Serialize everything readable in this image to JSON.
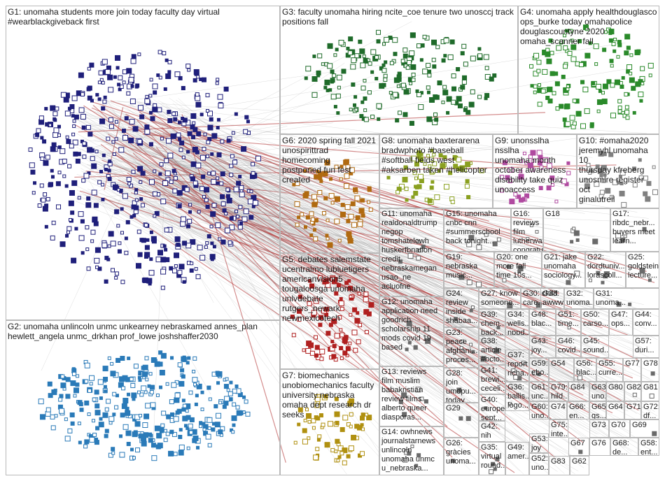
{
  "panels": [
    {
      "id": "G1",
      "label": "G1: unomaha students more join today faculty day virtual\n#wearblackgiveback first"
    },
    {
      "id": "G2",
      "label": "G2: unomaha unlincoln unmc unkearney nebraskamed annes_plan\nhewlett_angela unmc_drkhan prof_lowe joshshaffer2030"
    },
    {
      "id": "G3",
      "label": "G3: faculty unomaha hiring ncite_coe tenure two unosccj track\npositions fall"
    },
    {
      "id": "G4",
      "label": "G4: unomaha apply healthdouglasco\nops_burke today omahapolice\ndouglascountyne 2020\nomaha_scanner fall"
    },
    {
      "id": "G5",
      "label": "G5: debates salemstate\nucentralmo lubluetigers\namericanvision5\ntougaloosga unomaha\nunlvdebate\nrutgers_newark\nnewmexicotech"
    },
    {
      "id": "G6",
      "label": "G6: 2020 spring fall 2021\nunospirittrad homecoming\npostponed fun fest created"
    },
    {
      "id": "G7",
      "label": "G7: biomechanics\nunobiomechanics faculty\nuniversity nebraska\nomaha dept research dr\nseeks"
    },
    {
      "id": "G8",
      "label": "G8: unomaha baxterarena\nbradwphoto #baseball\n#softball fields west\n#aksarben taken #helicopter"
    },
    {
      "id": "G9",
      "label": "G9: unonsslha nsslha\nunomaha month\noctober awareness\ndisability take quiz\nunoaccess"
    },
    {
      "id": "G10",
      "label": "G10: #omaha2020\njeremyhl unomaha 10\nthursday kfreberg\nunosmlre register oct\nginalutrell"
    },
    {
      "id": "G11",
      "label": "G11: unomaha\nrealdonaldtrump\nnegop\ntomshatelowh\nhuskerfbnation\ncredit\nnebraskamegan\nusao_ne\nacluofne"
    },
    {
      "id": "G12",
      "label": "G12: unomaha\napplication need\ngoodrich\nscholarship 11\nmods covid 19\nbased"
    },
    {
      "id": "G13",
      "label": "G13: reviews\nfilm muslim\nbabakristian\nreview films\nalberto queer\ndiasporas..."
    },
    {
      "id": "G14",
      "label": "G14: owhnews\njournalstarnews\nunlincoln\nunomaha unmc\nu_nebraska..."
    },
    {
      "id": "G15",
      "label": "G15: unomaha\ncnbc cnn\n#summerschool\nback tonight..."
    },
    {
      "id": "G16",
      "label": "G16: reviews\nfilm\nlutherwaterl...\ncongratulati..."
    },
    {
      "id": "G17",
      "label": "G17:\nribdc_nebr...\nbuyers meet\nlearn..."
    },
    {
      "id": "G18",
      "label": "G18"
    },
    {
      "id": "G19",
      "label": "G19:\nnebraska\nmusic..."
    },
    {
      "id": "G20",
      "label": "G20: one\nmore fall\ntime 10s..."
    },
    {
      "id": "G21",
      "label": "G21: jake\nunomaha\nsociology..."
    },
    {
      "id": "G22",
      "label": "G22:\ndordtuniv...\nlorascoll..."
    },
    {
      "id": "G23",
      "label": "G23:\npeace\nafghani...\nproces..."
    },
    {
      "id": "G24",
      "label": "G24:\nreview\ninside\nshabaa..."
    },
    {
      "id": "G25",
      "label": "G25:\ngoldstein\nlecture..."
    },
    {
      "id": "G26",
      "label": "G26:\ngràcies\nunoma..."
    },
    {
      "id": "G27",
      "label": "G27: know\nsomeone..."
    },
    {
      "id": "G28",
      "label": "G28: join\numdpu...\ntoday..."
    },
    {
      "id": "G29",
      "label": "G29"
    },
    {
      "id": "G30",
      "label": "G30: child\ncare..."
    },
    {
      "id": "G31",
      "label": "G31:\nunoma..."
    },
    {
      "id": "G32",
      "label": "G32:\nunoma..."
    },
    {
      "id": "G33",
      "label": "G33:\nawwwi..."
    },
    {
      "id": "G34",
      "label": "G34:\nwells...\nnppd..."
    },
    {
      "id": "G35",
      "label": "G35:\nvirtual\nround..."
    },
    {
      "id": "G36",
      "label": "G36:\nballis...\nlogo..."
    },
    {
      "id": "G37",
      "label": "G37:\nreport\nricha..."
    },
    {
      "id": "G38",
      "label": "G38:\narticle\n#octo..."
    },
    {
      "id": "G39",
      "label": "G39:\nchem...\nback..."
    },
    {
      "id": "G40",
      "label": "G40:\neurope\nsept..."
    },
    {
      "id": "G41",
      "label": "G41:\nbrewi...\nceceli..."
    },
    {
      "id": "G42",
      "label": "G42:\nnih\nuno..."
    },
    {
      "id": "G43",
      "label": "G43:\njoy..."
    },
    {
      "id": "G44",
      "label": "G44:\nconv..."
    },
    {
      "id": "G45",
      "label": "G45:\nsound..."
    },
    {
      "id": "G46",
      "label": "G46:\ncovid..."
    },
    {
      "id": "G47",
      "label": "G47:\nops..."
    },
    {
      "id": "G48",
      "label": "G48:\nblac..."
    },
    {
      "id": "G49",
      "label": "G49:\namer..."
    },
    {
      "id": "G50",
      "label": "G50:\ncarso..."
    },
    {
      "id": "G51",
      "label": "G51:\ntime..."
    },
    {
      "id": "G52",
      "label": "G52:\nuno..."
    },
    {
      "id": "G53",
      "label": "G53:\njoy"
    },
    {
      "id": "G54",
      "label": "G54"
    },
    {
      "id": "G55",
      "label": "G55:\ncurre..."
    },
    {
      "id": "G56",
      "label": "G56:\nblac..."
    },
    {
      "id": "G57",
      "label": "G57:\nduri..."
    },
    {
      "id": "G58",
      "label": "G58:\nent..."
    },
    {
      "id": "G59",
      "label": "G59:\nebo..."
    },
    {
      "id": "G60",
      "label": "G60:\nuno..."
    },
    {
      "id": "G61",
      "label": "G61:\nunc..."
    },
    {
      "id": "G62",
      "label": "G62"
    },
    {
      "id": "G63",
      "label": "G63:\nuno..."
    },
    {
      "id": "G64",
      "label": "G64"
    },
    {
      "id": "G65",
      "label": "G65:\ngs..."
    },
    {
      "id": "G66",
      "label": "G66:\nen..."
    },
    {
      "id": "G67",
      "label": "G67"
    },
    {
      "id": "G68",
      "label": "G68:\nde..."
    },
    {
      "id": "G69",
      "label": "G69"
    },
    {
      "id": "G70",
      "label": "G70"
    },
    {
      "id": "G71",
      "label": "G71"
    },
    {
      "id": "G72",
      "label": "G72:\ndf..."
    },
    {
      "id": "G73",
      "label": "G73"
    },
    {
      "id": "G74",
      "label": "G74"
    },
    {
      "id": "G75",
      "label": "G75:\ninte..."
    },
    {
      "id": "G76",
      "label": "G76"
    },
    {
      "id": "G77",
      "label": "G77"
    },
    {
      "id": "G78",
      "label": "G78"
    },
    {
      "id": "G79",
      "label": "G79:\nhild..."
    },
    {
      "id": "G80",
      "label": "G80"
    },
    {
      "id": "G81",
      "label": "G81"
    },
    {
      "id": "G82",
      "label": "G82"
    },
    {
      "id": "G83",
      "label": "G83"
    },
    {
      "id": "G84",
      "label": "G84"
    }
  ],
  "colors": {
    "G1": "#1f1f7a",
    "G2": "#2a7ab8",
    "G3": "#1f6b2a",
    "G4": "#2a8a2a",
    "G5": "#b02020",
    "G6": "#b06a10",
    "G7": "#b09010",
    "G8": "#8aa020",
    "G9": "#b04aa0",
    "G10": "#808080",
    "edge": "#9a9a9a",
    "edge_hub": "#b03030"
  }
}
